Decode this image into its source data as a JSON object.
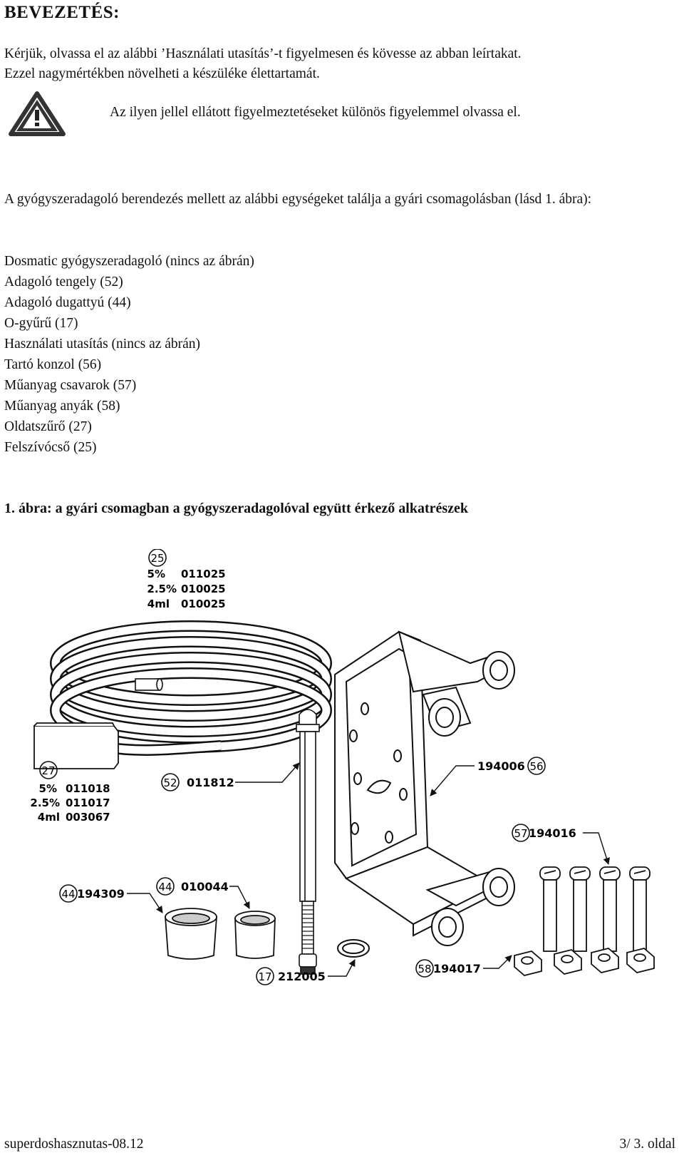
{
  "heading": "BEVEZETÉS:",
  "intro": {
    "line1": "Kérjük, olvassa el az alábbi ’Használati utasítás’-t figyelmesen és kövesse az abban leírtakat.",
    "line2": "Ezzel nagymértékben növelheti a készüléke élettartamát."
  },
  "warning": {
    "icon": "warning-triangle-icon",
    "text": "Az ilyen jellel ellátott figyelmeztetéseket különös figyelemmel olvassa el."
  },
  "package_text": "A gyógyszeradagoló berendezés mellett az alábbi egységeket találja a gyári csomagolásban (lásd 1. ábra):",
  "parts": [
    "Dosmatic gyógyszeradagoló (nincs az ábrán)",
    "Adagoló tengely (52)",
    "Adagoló dugattyú (44)",
    "O-gyűrű (17)",
    "Használati utasítás (nincs az ábrán)",
    "Tartó konzol (56)",
    "Műanyag csavarok (57)",
    "Műanyag anyák (58)",
    "Oldatszűrő (27)",
    "Felszívócső (25)"
  ],
  "caption": "1. ábra: a gyári csomagban a gyógyszeradagolóval együtt érkező alkatrészek",
  "figure_labels": {
    "tube": {
      "num": "25",
      "r1a": "5%",
      "r1b": "011025",
      "r2a": "2.5%",
      "r2b": "010025",
      "r3a": "4ml",
      "r3b": "010025"
    },
    "filter": {
      "num": "27",
      "r1a": "5%",
      "r1b": "011018",
      "r2a": "2.5%",
      "r2b": "011017",
      "r3a": "4ml",
      "r3b": "003067"
    },
    "shaft": {
      "num": "52",
      "code": "011812"
    },
    "bracket": {
      "num": "56",
      "code": "194006"
    },
    "screws": {
      "num": "57",
      "code": "194016"
    },
    "piston_a": {
      "num": "44",
      "code": "194309"
    },
    "piston_b": {
      "num": "44",
      "code": "010044"
    },
    "oring": {
      "num": "17",
      "code": "212005"
    },
    "nuts": {
      "num": "58",
      "code": "194017"
    }
  },
  "footer": {
    "left": "superdoshasznutas-08.12",
    "right": "3/ 3. oldal"
  }
}
